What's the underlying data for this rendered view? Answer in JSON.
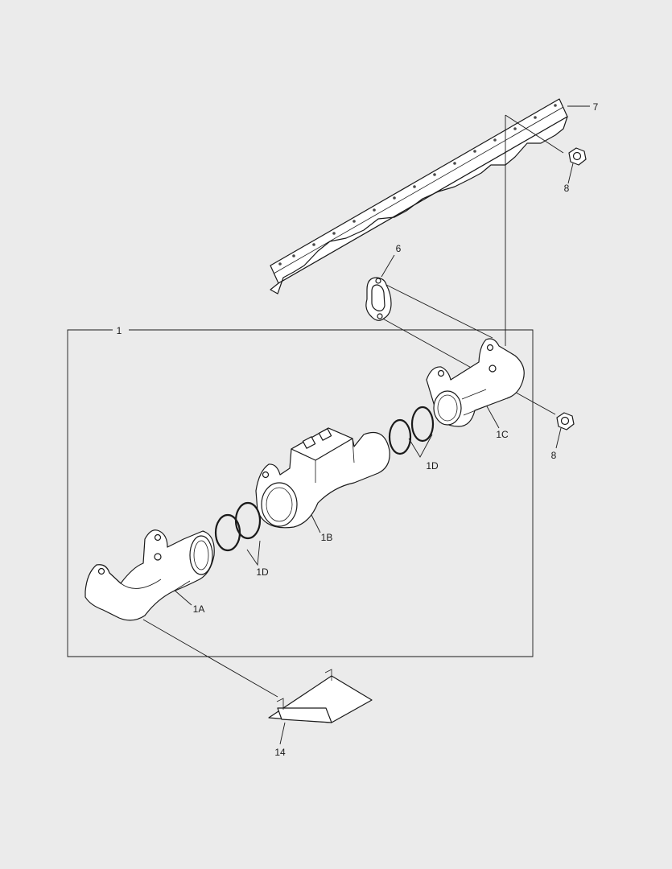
{
  "diagram": {
    "callouts": {
      "c1": "1",
      "c1a": "1A",
      "c1b": "1B",
      "c1c": "1C",
      "c1d_left": "1D",
      "c1d_right": "1D",
      "c6": "6",
      "c7": "7",
      "c8_top": "8",
      "c8_bottom": "8",
      "c14": "14"
    },
    "parts": [
      "assembly-box",
      "heat-shield-rail",
      "gasket",
      "flange-nut",
      "manifold-section-1a",
      "manifold-section-1b",
      "manifold-section-1c",
      "seal-rings",
      "heat-shield-plate"
    ],
    "colors": {
      "background": "#ebebeb",
      "line": "#1a1a1a",
      "fill": "#ffffff"
    }
  }
}
